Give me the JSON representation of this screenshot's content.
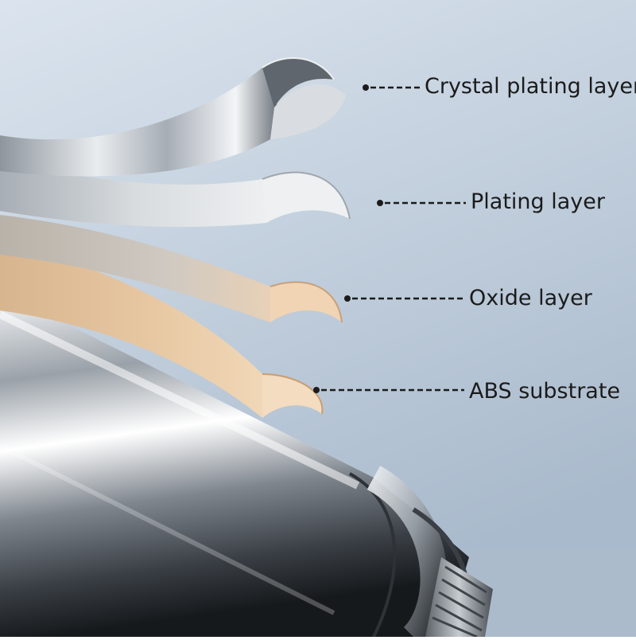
{
  "layers": [
    {
      "label": "Crystal plating layer",
      "color": "#c2c8d0"
    },
    {
      "label": "Plating layer",
      "color": "#d6dade"
    },
    {
      "label": "Oxide layer",
      "color": "#e7c7a2"
    },
    {
      "label": "ABS substrate",
      "color": "#e2b98a"
    }
  ],
  "colors": {
    "background_top": "#d5e0eb",
    "background_bottom": "#aebfd0",
    "chrome": "#b9c0c8",
    "ink": "#1b1b1b"
  }
}
